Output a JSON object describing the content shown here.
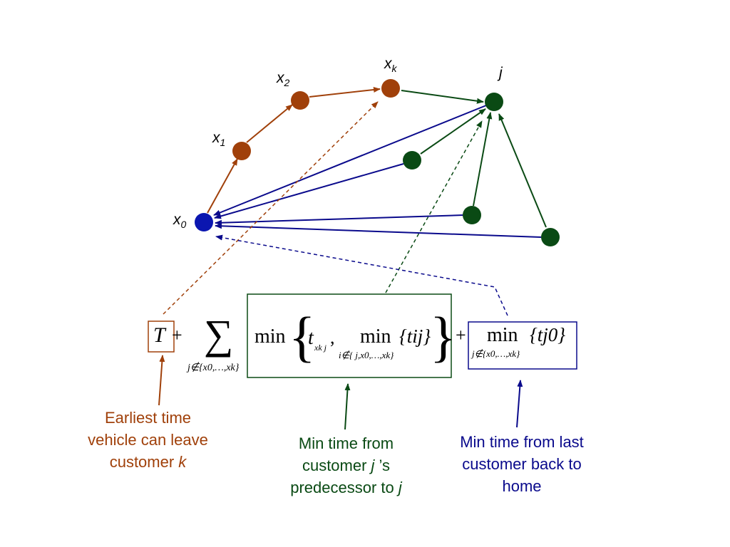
{
  "nodes": {
    "x0": {
      "base": "x",
      "sub": "0"
    },
    "x1": {
      "base": "x",
      "sub": "1"
    },
    "x2": {
      "base": "x",
      "sub": "2"
    },
    "xk": {
      "base": "x",
      "sub": "k"
    },
    "j": "j"
  },
  "formula": {
    "T": "T",
    "plus": "+",
    "sum_symbol": "∑",
    "sum_sub": "j∉{x0,…,xk}",
    "min1": "min",
    "t_xkj": "t",
    "t_xkj_sub": "xk j",
    "comma": ",",
    "min2": "min",
    "min2_sub": "i∉{ j,x0,…,xk}",
    "t_ij": "{tij}",
    "plus2": "+",
    "min3": "min",
    "min3_sub": "j∉{x0,…,xk}",
    "t_j0": "{tj0}"
  },
  "captions": {
    "earliest": {
      "line1": "Earliest time",
      "line2": "vehicle can leave",
      "line3": "customer ",
      "var": "k"
    },
    "predecessor": {
      "line1": "Min time from",
      "line2a": "customer ",
      "var1": "j",
      "line2b": " ’s",
      "line3": "predecessor to ",
      "var2": "j"
    },
    "home": {
      "line1": "Min time from last",
      "line2": "customer back to",
      "line3": "home"
    }
  },
  "colors": {
    "brown": "#a0400a",
    "navy": "#0a0a8c",
    "green": "#0a4a14",
    "depot": "#0b16b0"
  }
}
